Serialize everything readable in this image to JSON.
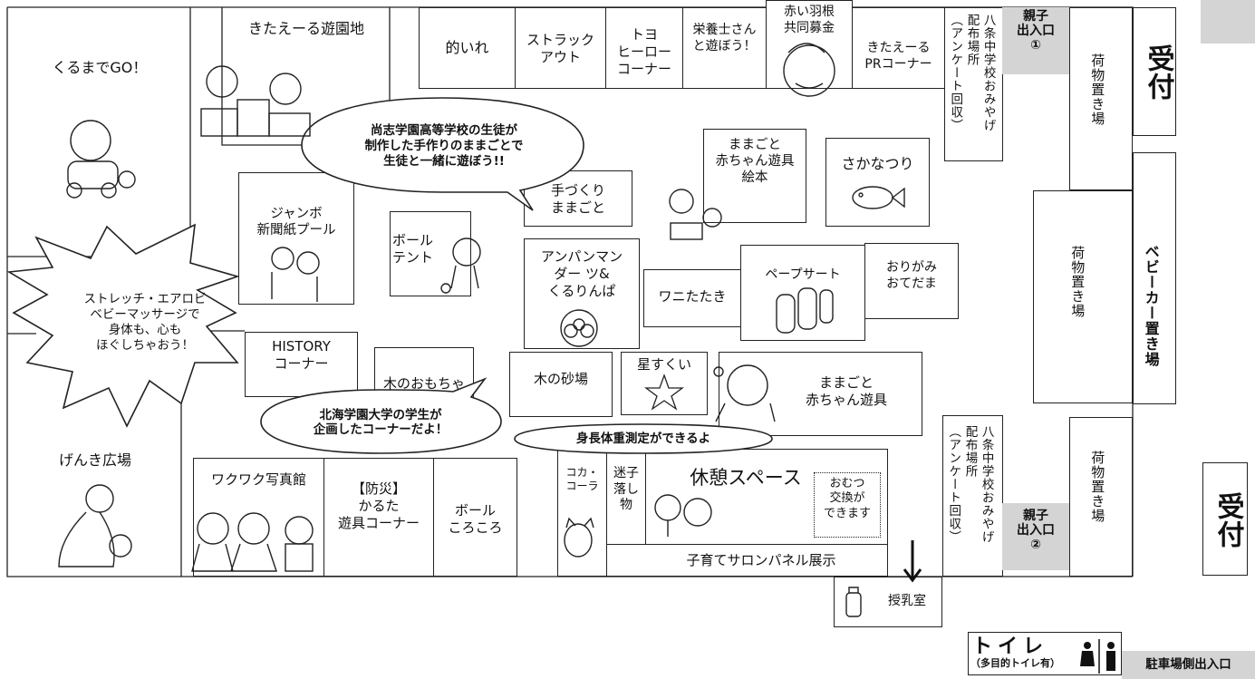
{
  "areas": {
    "kurumade_go": "くるまでGO！",
    "kitaeru_park": "きたえーる遊園地",
    "matoire": "的いれ",
    "struck_out": "ストラック\nアウト",
    "toyo_hero": "トヨ\nヒーロー\nコーナー",
    "eiyoushi": "栄養士さん\nと遊ぼう！",
    "akai_hane": "赤い羽根\n共同募金",
    "kitaeru_pr": "きたえーる\nPRコーナー",
    "hachijo_1": "八条中学校おみやげ\n配布場所\n（アンケート回収）",
    "oyako_1": "親子\n出入口\n①",
    "nimotsu_1": "荷物置き場",
    "uketsuke_1": "受付",
    "tezukuri": "手づくり\nままごと",
    "mamagoto_ehon": "ままごと\n赤ちゃん遊具\n絵本",
    "sakana": "さかなつり",
    "jumbo": "ジャンボ\n新聞紙プール",
    "ball_tent": "ボール\nテント",
    "anpanman": "アンパンマン\nダー ツ&\nくるりんぱ",
    "wani": "ワニたたき",
    "paper_sert": "ペープサート",
    "origami": "おりがみ\nおてだま",
    "nimotsu_2": "荷物置き場",
    "baby_car": "ベビーカー置き場",
    "history": "HISTORY\nコーナー",
    "ki_omocha": "木のおもちゃ",
    "ki_sunaba": "木の砂場",
    "hoshi": "星すくい",
    "mamagoto_baby": "ままごと\n赤ちゃん遊具",
    "genki": "げんき広場",
    "wakuwaku": "ワクワク写真館",
    "bousai": "【防災】\nかるた\n遊具コーナー",
    "ball_koro": "ボール\nころころ",
    "coca": "コカ・\nコーラ",
    "maigo": "迷子\n落し\n物",
    "kyukei": "休憩スペース",
    "omutsu": "おむつ\n交換が\nできます",
    "salon": "子育てサロンパネル展示",
    "hachijo_2": "八条中学校おみやげ\n配布場所\n（アンケート回収）",
    "oyako_2": "親子\n出入口\n②",
    "nimotsu_3": "荷物置き場",
    "uketsuke_2": "受付",
    "junyu": "授乳室",
    "toilet_title": "トイレ",
    "toilet_sub": "（多目的トイレ有）",
    "parking_exit": "駐車場側出入口"
  },
  "callouts": {
    "shoshi": "尚志学園高等学校の生徒が\n制作した手作りのままごとで\n生徒と一緒に遊ぼう!!",
    "stretch": "ストレッチ・エアロビ\nベビーマッサージで\n身体も、心も\nほぐしちゃおう！",
    "hokkai": "北海学園大学の学生が\n企画したコーナーだよ！",
    "shincho": "身長体重測定ができるよ"
  },
  "icons": [
    "child-car-icon",
    "kids-blocks-icon",
    "bird-pin-icon",
    "children-pool-icon",
    "child-ball-icon",
    "kids-toys-icon",
    "fish-icon",
    "puppets-icon",
    "anpanman-face-icon",
    "star-icon",
    "baby-rattle-icon",
    "princess-kids-icon",
    "fireman-icon",
    "mother-baby-icon",
    "cat-icon",
    "mirror-bear-icon",
    "bottle-icon",
    "toilet-person-icon"
  ]
}
